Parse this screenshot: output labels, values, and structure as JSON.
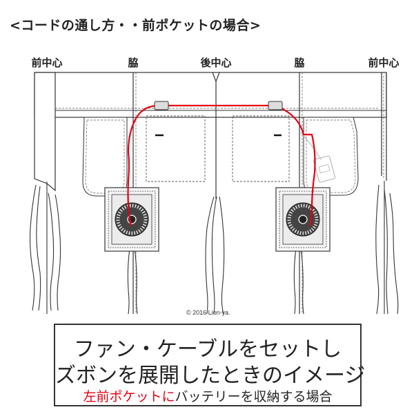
{
  "title": "<コードの通し方・・前ポケットの場合>",
  "labels": {
    "front_center_left": "前中心",
    "side_left": "脇",
    "back_center": "後中心",
    "side_right": "脇",
    "front_center_right": "前中心"
  },
  "copyright": "© 2016 Lion-ya.",
  "caption": {
    "line1": "ファン・ケーブルをセットし",
    "line2": "ズボンを展開したときのイメージ",
    "line3_highlight": "左前ポケット",
    "line3_rest_a": "に",
    "line3_rest_b": "バッテリーを収納する場合"
  },
  "colors": {
    "cable": "#e60012",
    "line": "#333333",
    "background": "#ffffff"
  }
}
